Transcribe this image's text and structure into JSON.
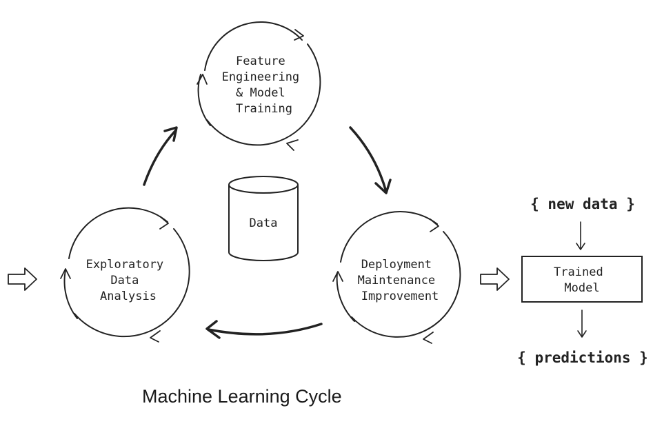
{
  "nodes": {
    "feature": [
      "Feature",
      "Engineering",
      "& Model",
      "Training"
    ],
    "eda": [
      "Exploratory",
      "Data",
      "Analysis"
    ],
    "deploy": [
      "Deployment",
      "Maintenance",
      "Improvement"
    ],
    "data_store": "Data",
    "trained_model": [
      "Trained",
      "Model"
    ]
  },
  "labels": {
    "new_data": "{ new data }",
    "predictions": "{ predictions }"
  },
  "caption": "Machine Learning Cycle"
}
